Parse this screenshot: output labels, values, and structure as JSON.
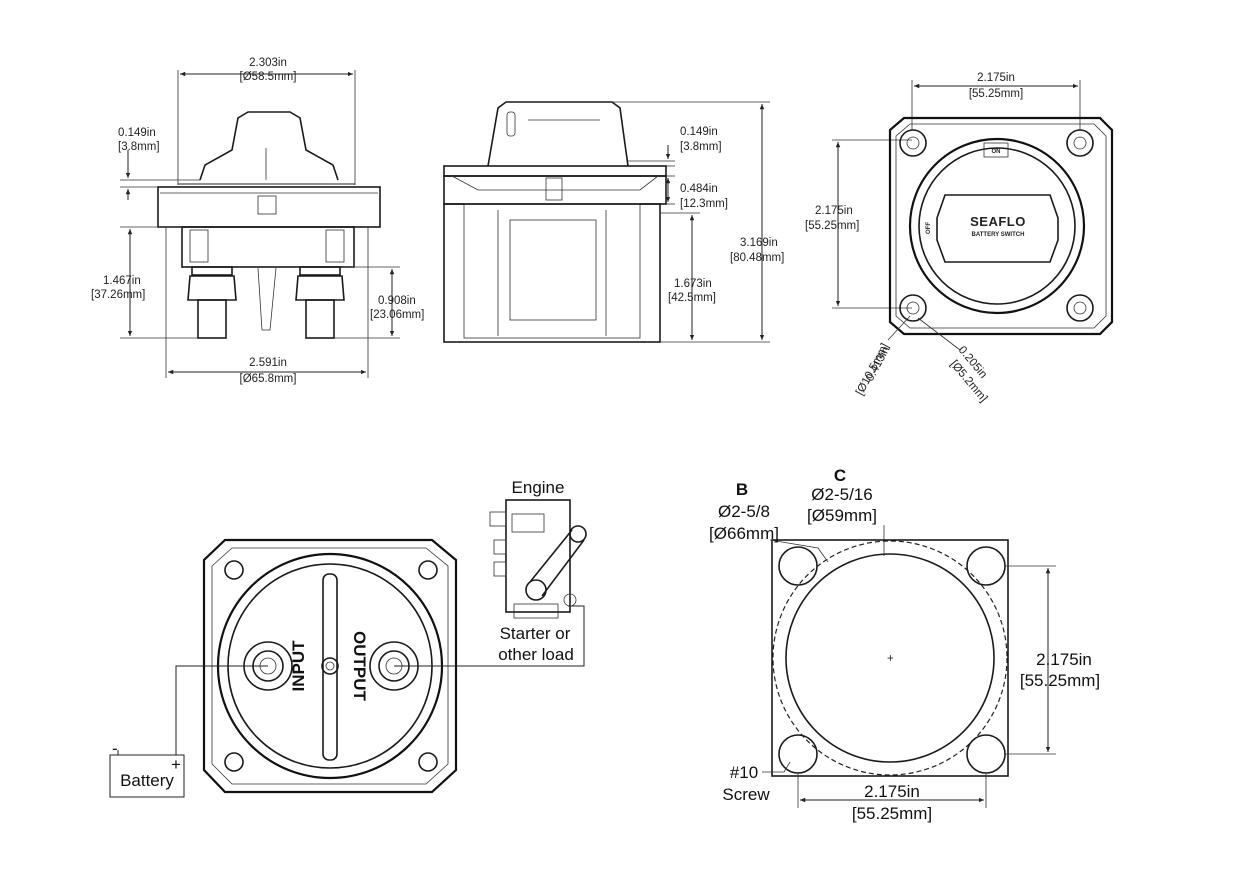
{
  "side_view": {
    "top_width": {
      "in": "2.303in",
      "mm": "[Ø58.5mm]"
    },
    "knob_gap": {
      "in": "0.149in",
      "mm": "[3.8mm]"
    },
    "stud_depth": {
      "in": "1.467in",
      "mm": "[37.26mm]"
    },
    "stud_length": {
      "in": "0.908in",
      "mm": "[23.06mm]"
    },
    "base_width": {
      "in": "2.591in",
      "mm": "[Ø65.8mm]"
    }
  },
  "front_view": {
    "knob_gap": {
      "in": "0.149in",
      "mm": "[3.8mm]"
    },
    "flange": {
      "in": "0.484in",
      "mm": "[12.3mm]"
    },
    "body_depth": {
      "in": "1.673in",
      "mm": "[42.5mm]"
    },
    "total_height": {
      "in": "3.169in",
      "mm": "[80.48mm]"
    }
  },
  "top_view": {
    "width": {
      "in": "2.175in",
      "mm": "[55.25mm]"
    },
    "height": {
      "in": "2.175in",
      "mm": "[55.25mm]"
    },
    "counterbore": {
      "in": "0.413in",
      "mm": "[Ø10.5mm]"
    },
    "hole": {
      "in": "0.205in",
      "mm": "[Ø5.2mm]"
    },
    "brand": "SEAFLO",
    "subtitle": "BATTERY SWITCH",
    "on_label": "ON",
    "off_label": "OFF"
  },
  "wiring": {
    "engine_label": "Engine",
    "load_label_1": "Starter or",
    "load_label_2": "other load",
    "battery_label": "Battery",
    "minus": "-",
    "plus": "+",
    "input_label": "INPUT",
    "output_label": "OUTPUT"
  },
  "cutout": {
    "b_letter": "B",
    "b_in": "Ø2-5/8",
    "b_mm": "[Ø66mm]",
    "c_letter": "C",
    "c_in": "Ø2-5/16",
    "c_mm": "[Ø59mm]",
    "height": {
      "in": "2.175in",
      "mm": "[55.25mm]"
    },
    "width": {
      "in": "2.175in",
      "mm": "[55.25mm]"
    },
    "screw_1": "#10",
    "screw_2": "Screw"
  }
}
